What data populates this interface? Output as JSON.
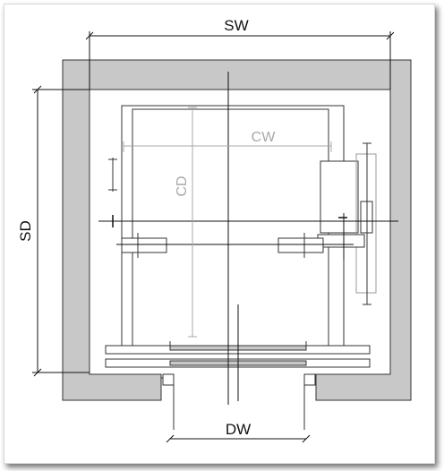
{
  "labels": {
    "shaft_width": "SW",
    "shaft_depth": "SD",
    "cab_width": "CW",
    "cab_depth": "CD",
    "door_width": "DW"
  },
  "colors": {
    "wall_fill": "#c8c8c8",
    "line": "#111111",
    "cab_dim": "#a8a8a8"
  }
}
